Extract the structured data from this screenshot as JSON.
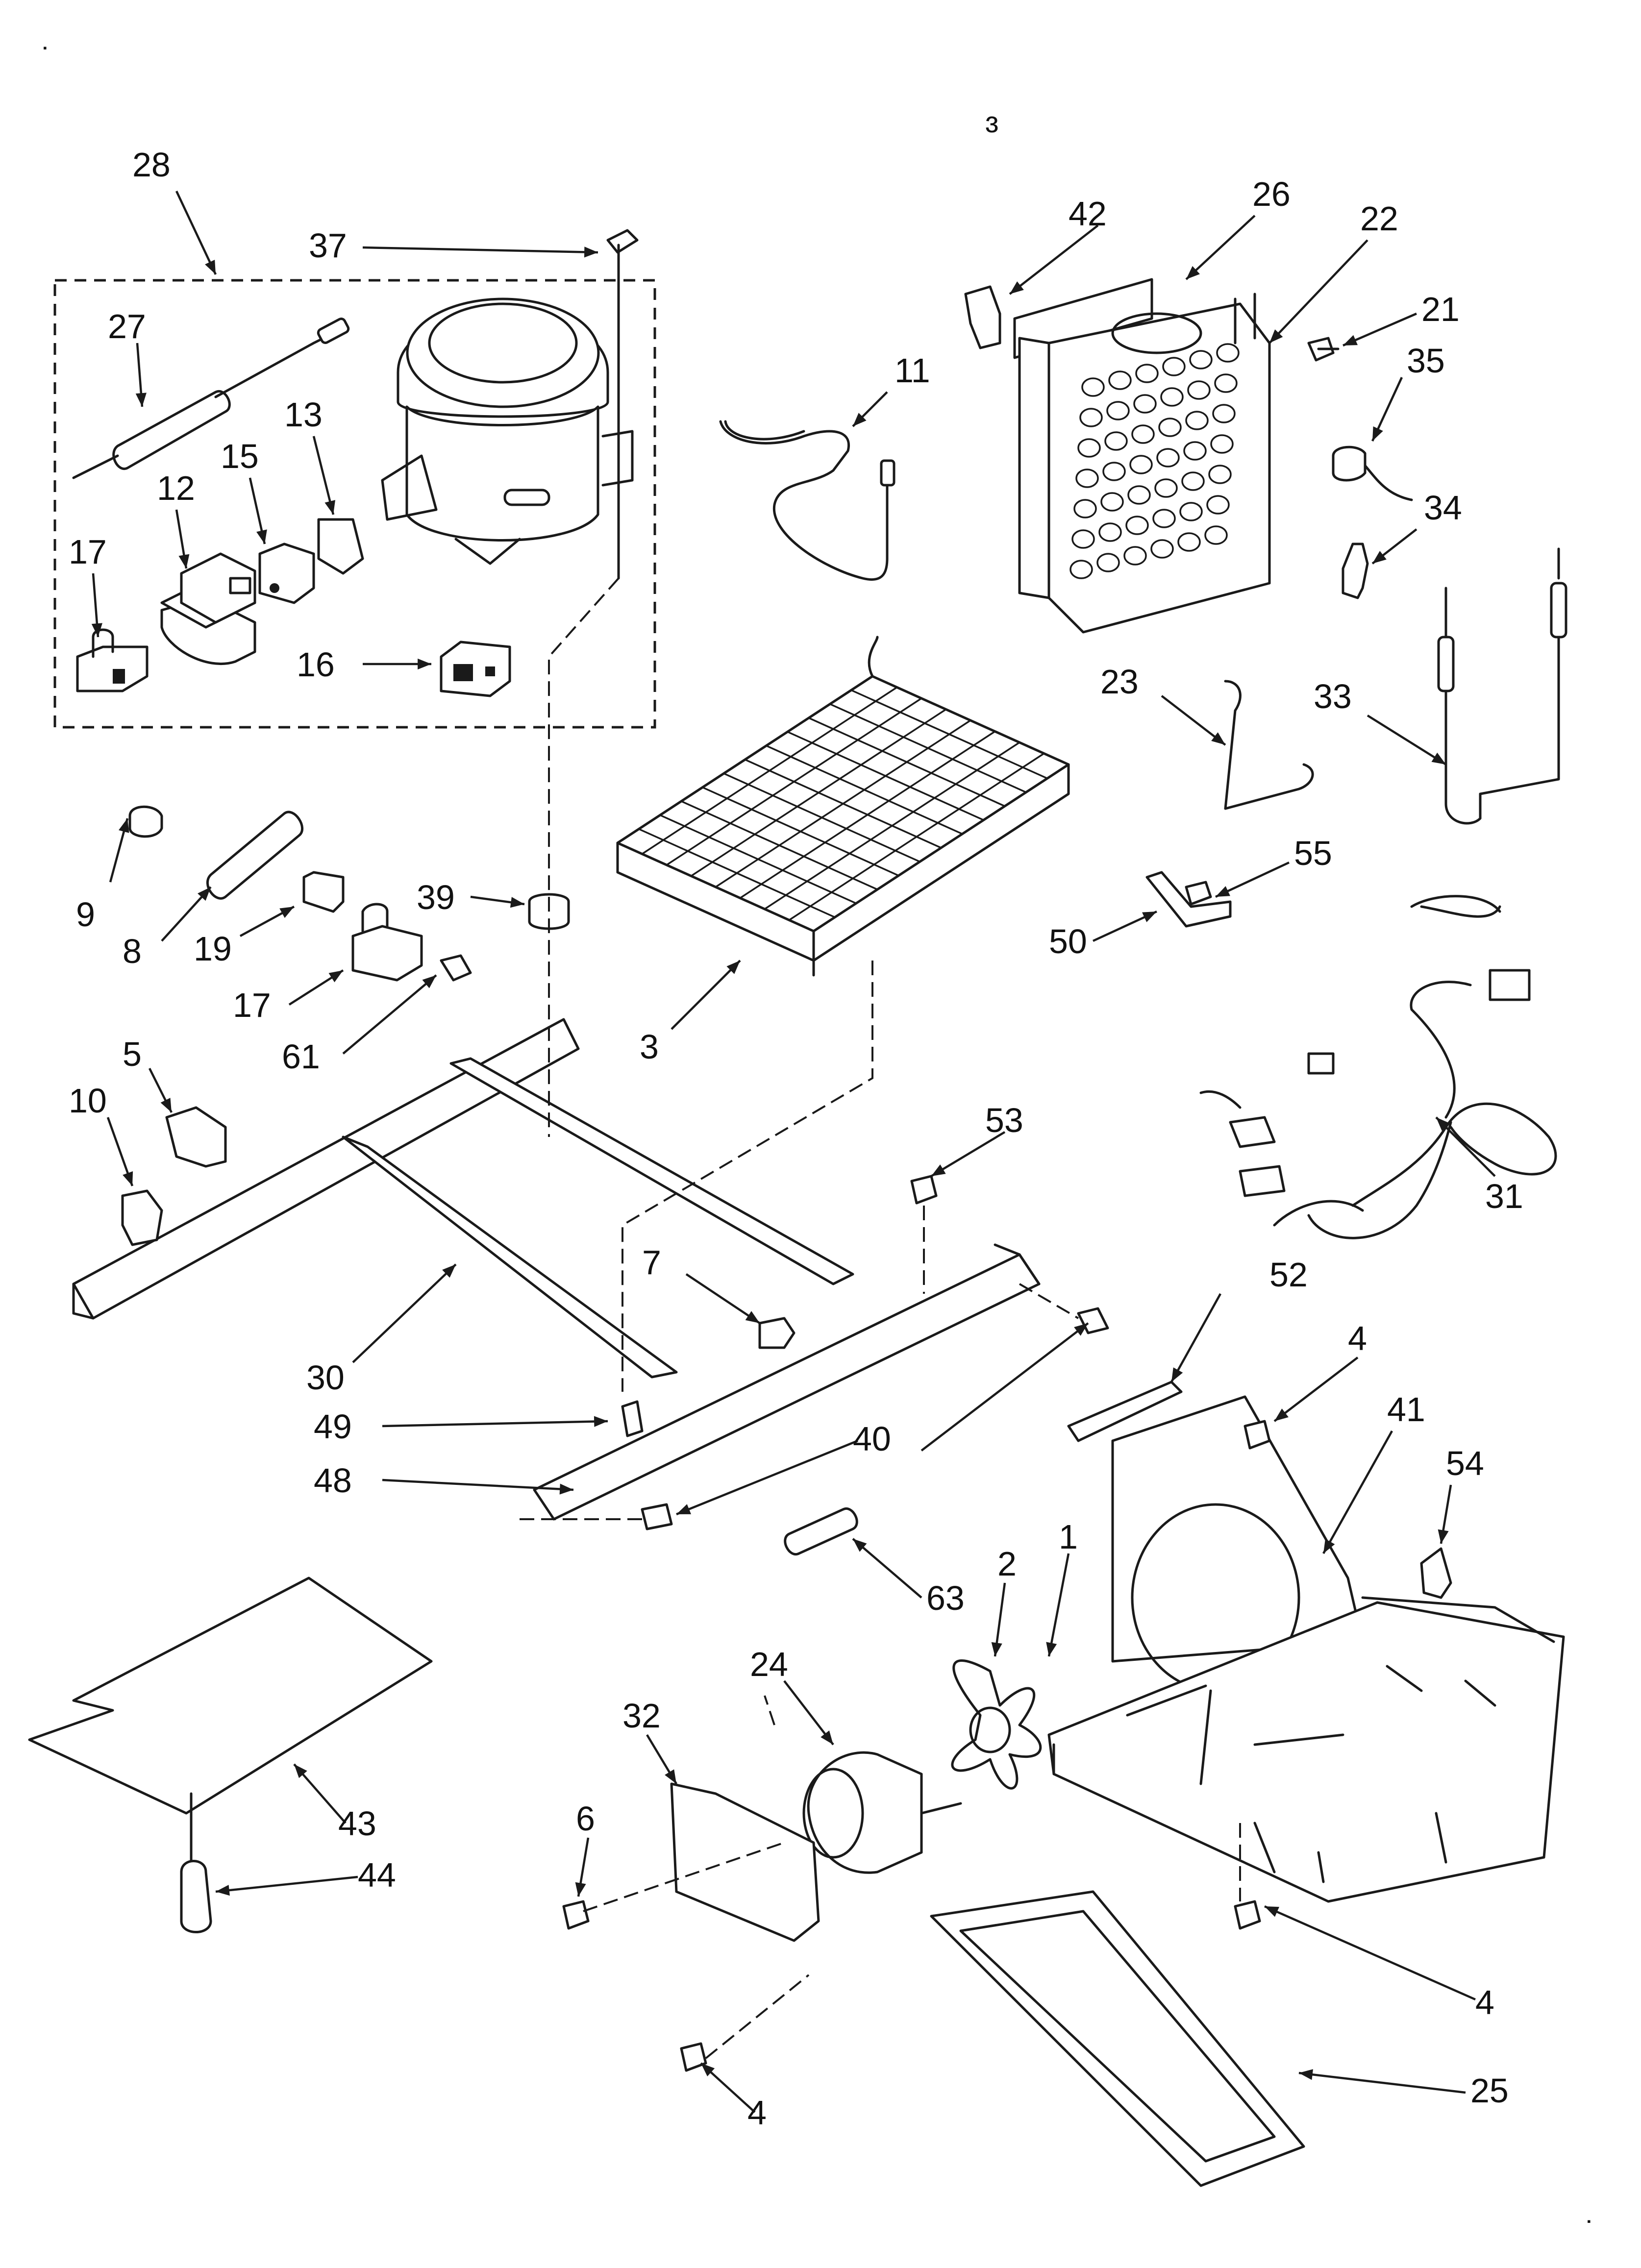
{
  "diagram": {
    "callouts": [
      "28",
      "37",
      "27",
      "13",
      "15",
      "12",
      "17",
      "16",
      "9",
      "8",
      "19",
      "17",
      "61",
      "39",
      "11",
      "3",
      "42",
      "26",
      "22",
      "21",
      "35",
      "34",
      "23",
      "33",
      "55",
      "50",
      "31",
      "5",
      "10",
      "30",
      "7",
      "53",
      "49",
      "48",
      "40",
      "52",
      "4",
      "41",
      "54",
      "63",
      "2",
      "1",
      "24",
      "32",
      "6",
      "43",
      "44",
      "4",
      "4",
      "25"
    ],
    "stray_mark": "ɜ",
    "page_marks": [
      "▪",
      "▪"
    ]
  }
}
